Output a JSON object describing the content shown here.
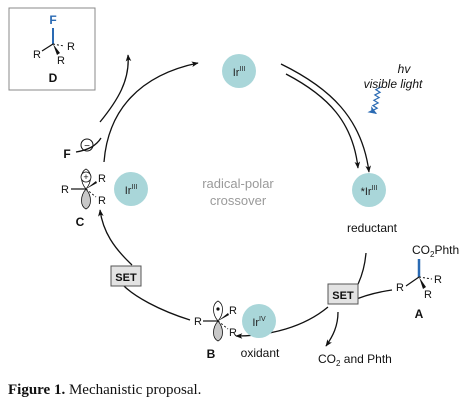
{
  "diagram": {
    "center_label_line1": "radical-polar",
    "center_label_line2": "crossover",
    "light_line1": "hv",
    "light_line2": "visible light",
    "ir_base": "Ir",
    "ir3_sup": "III",
    "ir4_sup": "IV",
    "excited_prefix": "*",
    "reductant_label": "reductant",
    "oxidant_label": "oxidant",
    "set_label": "SET",
    "byproduct_part1": "CO",
    "byproduct_sub": "2",
    "byproduct_part2": " and Phth",
    "fluoride_symbol": "F",
    "minus_symbol": "−",
    "plus_symbol": "+",
    "substituent_R": "R",
    "fluorine_label": "F",
    "ester_part1": "CO",
    "ester_sub": "2",
    "ester_part2": "Phth",
    "compound_A": "A",
    "compound_B": "B",
    "compound_C": "C",
    "compound_D": "D"
  },
  "caption": {
    "figure_label": "Figure 1.",
    "text": " Mechanistic proposal."
  },
  "colors": {
    "ir_circle": "#a9d6d9",
    "fluorine_bond": "#2a6ab3",
    "light_arrow": "#2a6ab3",
    "set_box_fill": "#e3e3e3",
    "center_text": "#9a9a9a"
  }
}
